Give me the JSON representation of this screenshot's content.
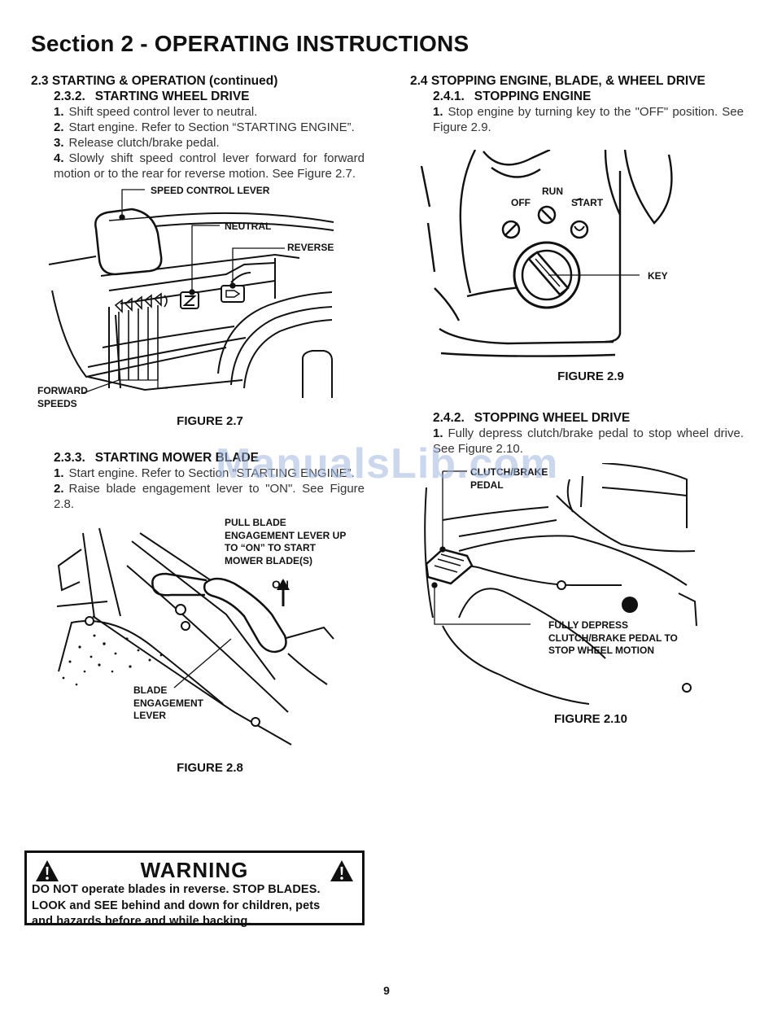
{
  "page": {
    "title": "Section 2 - OPERATING INSTRUCTIONS",
    "page_number": "9",
    "watermark": "ManualsLib.com"
  },
  "left": {
    "section_heading": "2.3 STARTING & OPERATION (continued)",
    "wheel": {
      "num": "2.3.2.",
      "title": "STARTING WHEEL DRIVE",
      "steps": [
        {
          "n": "1.",
          "text": "Shift speed control lever to neutral."
        },
        {
          "n": "2.",
          "text": "Start engine. Refer to Section “STARTING ENGINE”."
        },
        {
          "n": "3.",
          "text": "Release clutch/brake pedal."
        },
        {
          "n": "4.",
          "text": "Slowly shift speed control lever forward for forward motion or to the rear for reverse motion. See Figure 2.7."
        }
      ]
    },
    "fig27": {
      "speed_control_lever": "SPEED CONTROL LEVER",
      "neutral": "NEUTRAL",
      "reverse": "REVERSE",
      "forward_speeds_1": "FORWARD",
      "forward_speeds_2": "SPEEDS",
      "caption": "FIGURE 2.7"
    },
    "blade": {
      "num": "2.3.3.",
      "title": "STARTING MOWER BLADE",
      "steps": [
        {
          "n": "1.",
          "text": "Start engine. Refer to Section “STARTING ENGINE”."
        },
        {
          "n": "2.",
          "text": "Raise blade engagement lever to \"ON\". See Figure 2.8."
        }
      ]
    },
    "fig28": {
      "pull_1": "PULL BLADE",
      "pull_2": "ENGAGEMENT LEVER UP",
      "pull_3": "TO “ON” TO START",
      "pull_4": "MOWER BLADE(S)",
      "on": "ON",
      "lever_1": "BLADE",
      "lever_2": "ENGAGEMENT",
      "lever_3": "LEVER",
      "caption": "FIGURE 2.8"
    },
    "warning": {
      "title": "WARNING",
      "line1": "DO NOT operate blades in reverse. STOP BLADES.",
      "line2": "LOOK and SEE behind and down for children, pets",
      "line3": "and hazards before and while backing."
    }
  },
  "right": {
    "section_heading": "2.4 STOPPING ENGINE, BLADE, & WHEEL DRIVE",
    "engine": {
      "num": "2.4.1.",
      "title": "STOPPING ENGINE",
      "steps": [
        {
          "n": "1.",
          "text": "Stop engine by turning key to the \"OFF\" position. See Figure 2.9."
        }
      ]
    },
    "fig29": {
      "run": "RUN",
      "off": "OFF",
      "start": "START",
      "key": "KEY",
      "caption": "FIGURE 2.9"
    },
    "wheel": {
      "num": "2.4.2.",
      "title": "STOPPING WHEEL DRIVE",
      "steps": [
        {
          "n": "1.",
          "text": "Fully depress clutch/brake pedal to stop wheel drive. See Figure 2.10."
        }
      ]
    },
    "fig210": {
      "pedal_1": "CLUTCH/BRAKE",
      "pedal_2": "PEDAL",
      "depress_1": "FULLY DEPRESS",
      "depress_2": "CLUTCH/BRAKE PEDAL TO",
      "depress_3": "STOP WHEEL MOTION",
      "caption": "FIGURE 2.10"
    }
  }
}
